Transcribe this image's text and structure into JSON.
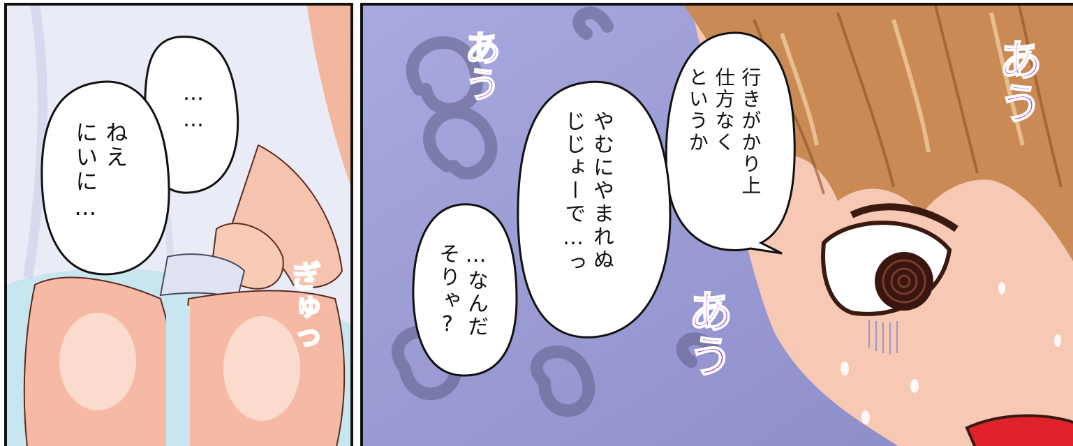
{
  "panels": {
    "left": {
      "bubble_top": "……",
      "bubble_main": "ねえ\nにいに…",
      "sfx_squeeze": "ぎゅっ"
    },
    "right": {
      "bubble_top": "行きがかり上\n仕方なく\nというか",
      "bubble_middle": "やむにやまれぬ\nじじょーで…っ",
      "bubble_bottom": "…なんだ\nそりゃ?",
      "sfx_au_1": "あう",
      "sfx_au_2": "あう",
      "sfx_au_3": "あう"
    }
  },
  "colors": {
    "skin": "#f6c3ae",
    "shirt": "#e9ecf6",
    "bg_left": "#c7e6ef",
    "bg_right": "#9c9cd6",
    "hair": "#c98a55",
    "sfx_purple": "#a02fc2",
    "sfx_orange": "#ec6b22"
  }
}
